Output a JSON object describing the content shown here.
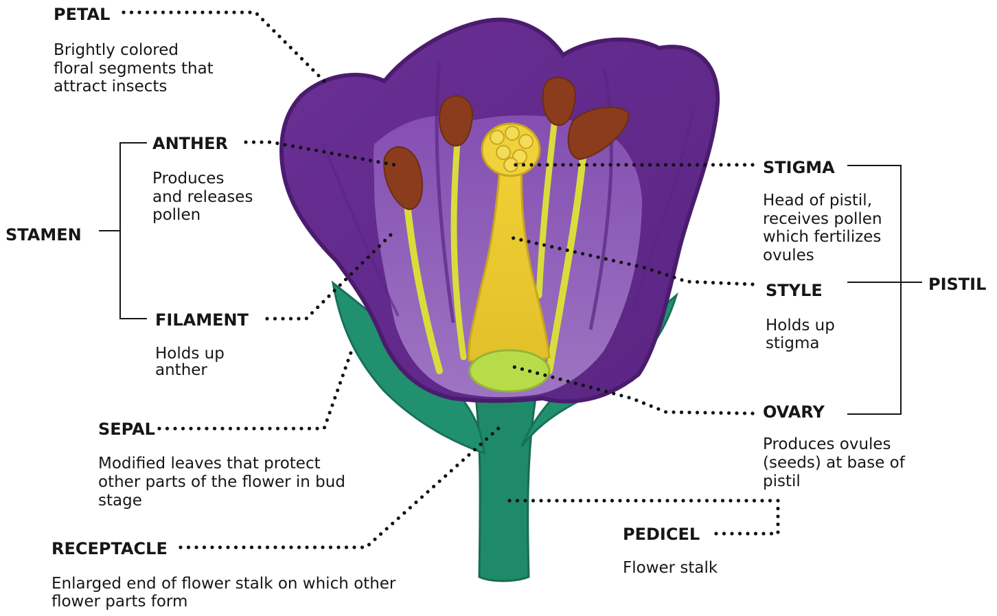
{
  "labels": {
    "petal": {
      "title": "PETAL",
      "desc": [
        "Brightly colored",
        "floral segments that",
        "attract insects"
      ]
    },
    "anther": {
      "title": "ANTHER",
      "desc": [
        "Produces",
        "and releases",
        "pollen"
      ]
    },
    "stamen": {
      "title": "STAMEN"
    },
    "filament": {
      "title": "FILAMENT",
      "desc": [
        "Holds up",
        "anther"
      ]
    },
    "sepal": {
      "title": "SEPAL",
      "desc": [
        "Modified leaves that protect",
        "other parts of the flower in bud",
        "stage"
      ]
    },
    "receptacle": {
      "title": "RECEPTACLE",
      "desc": [
        "Enlarged end of flower stalk on which other",
        "flower parts form"
      ]
    },
    "stigma": {
      "title": "STIGMA",
      "desc": [
        "Head of pistil,",
        "receives pollen",
        "which fertilizes",
        "ovules"
      ]
    },
    "style": {
      "title": "STYLE",
      "desc": [
        "Holds up",
        "stigma"
      ]
    },
    "pistil": {
      "title": "PISTIL"
    },
    "ovary": {
      "title": "OVARY",
      "desc": [
        "Produces ovules",
        "(seeds) at base of",
        "pistil"
      ]
    },
    "pedicel": {
      "title": "PEDICEL",
      "desc": [
        "Flower stalk"
      ]
    }
  },
  "colors": {
    "petal_dark": "#5e2a86",
    "petal_mid": "#7a3fa5",
    "petal_light": "#9a6cc2",
    "anther": "#8a3c1c",
    "filament": "#d8dc3a",
    "stigma_style": "#e8c32c",
    "ovary": "#b7dc4a",
    "sepal_stem": "#1f8a6a",
    "text": "#161616"
  }
}
